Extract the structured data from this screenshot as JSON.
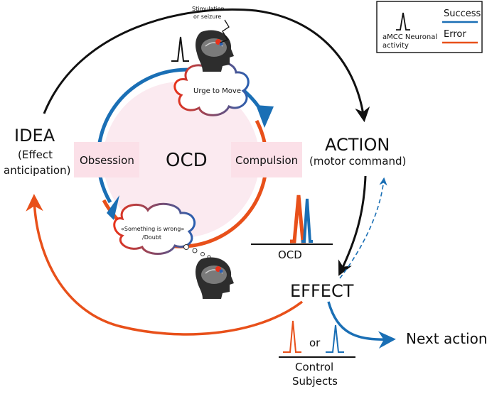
{
  "labels": {
    "idea_title": "IDEA",
    "idea_sub1": "(Effect",
    "idea_sub2": "anticipation)",
    "action_title": "ACTION",
    "action_sub": "(motor command)",
    "effect_title": "EFFECT",
    "next_action": "Next action",
    "ocd_center": "OCD",
    "obsession": "Obsession",
    "compulsion": "Compulsion",
    "urge_bubble": "Urge to Move",
    "doubt_bubble_1": "«Something is wrong»",
    "doubt_bubble_2": "/Doubt",
    "stim_1": "Stimulation",
    "stim_2": "or seizure",
    "ocd_activity_label": "OCD",
    "control_1": "Control",
    "control_2": "Subjects",
    "or_word": "or"
  },
  "legend": {
    "activity_1": "aMCC Neuronal",
    "activity_2": "activity",
    "success": "Success",
    "error": "Error",
    "success_color": "#1a6fb5",
    "error_color": "#e8501a"
  }
}
